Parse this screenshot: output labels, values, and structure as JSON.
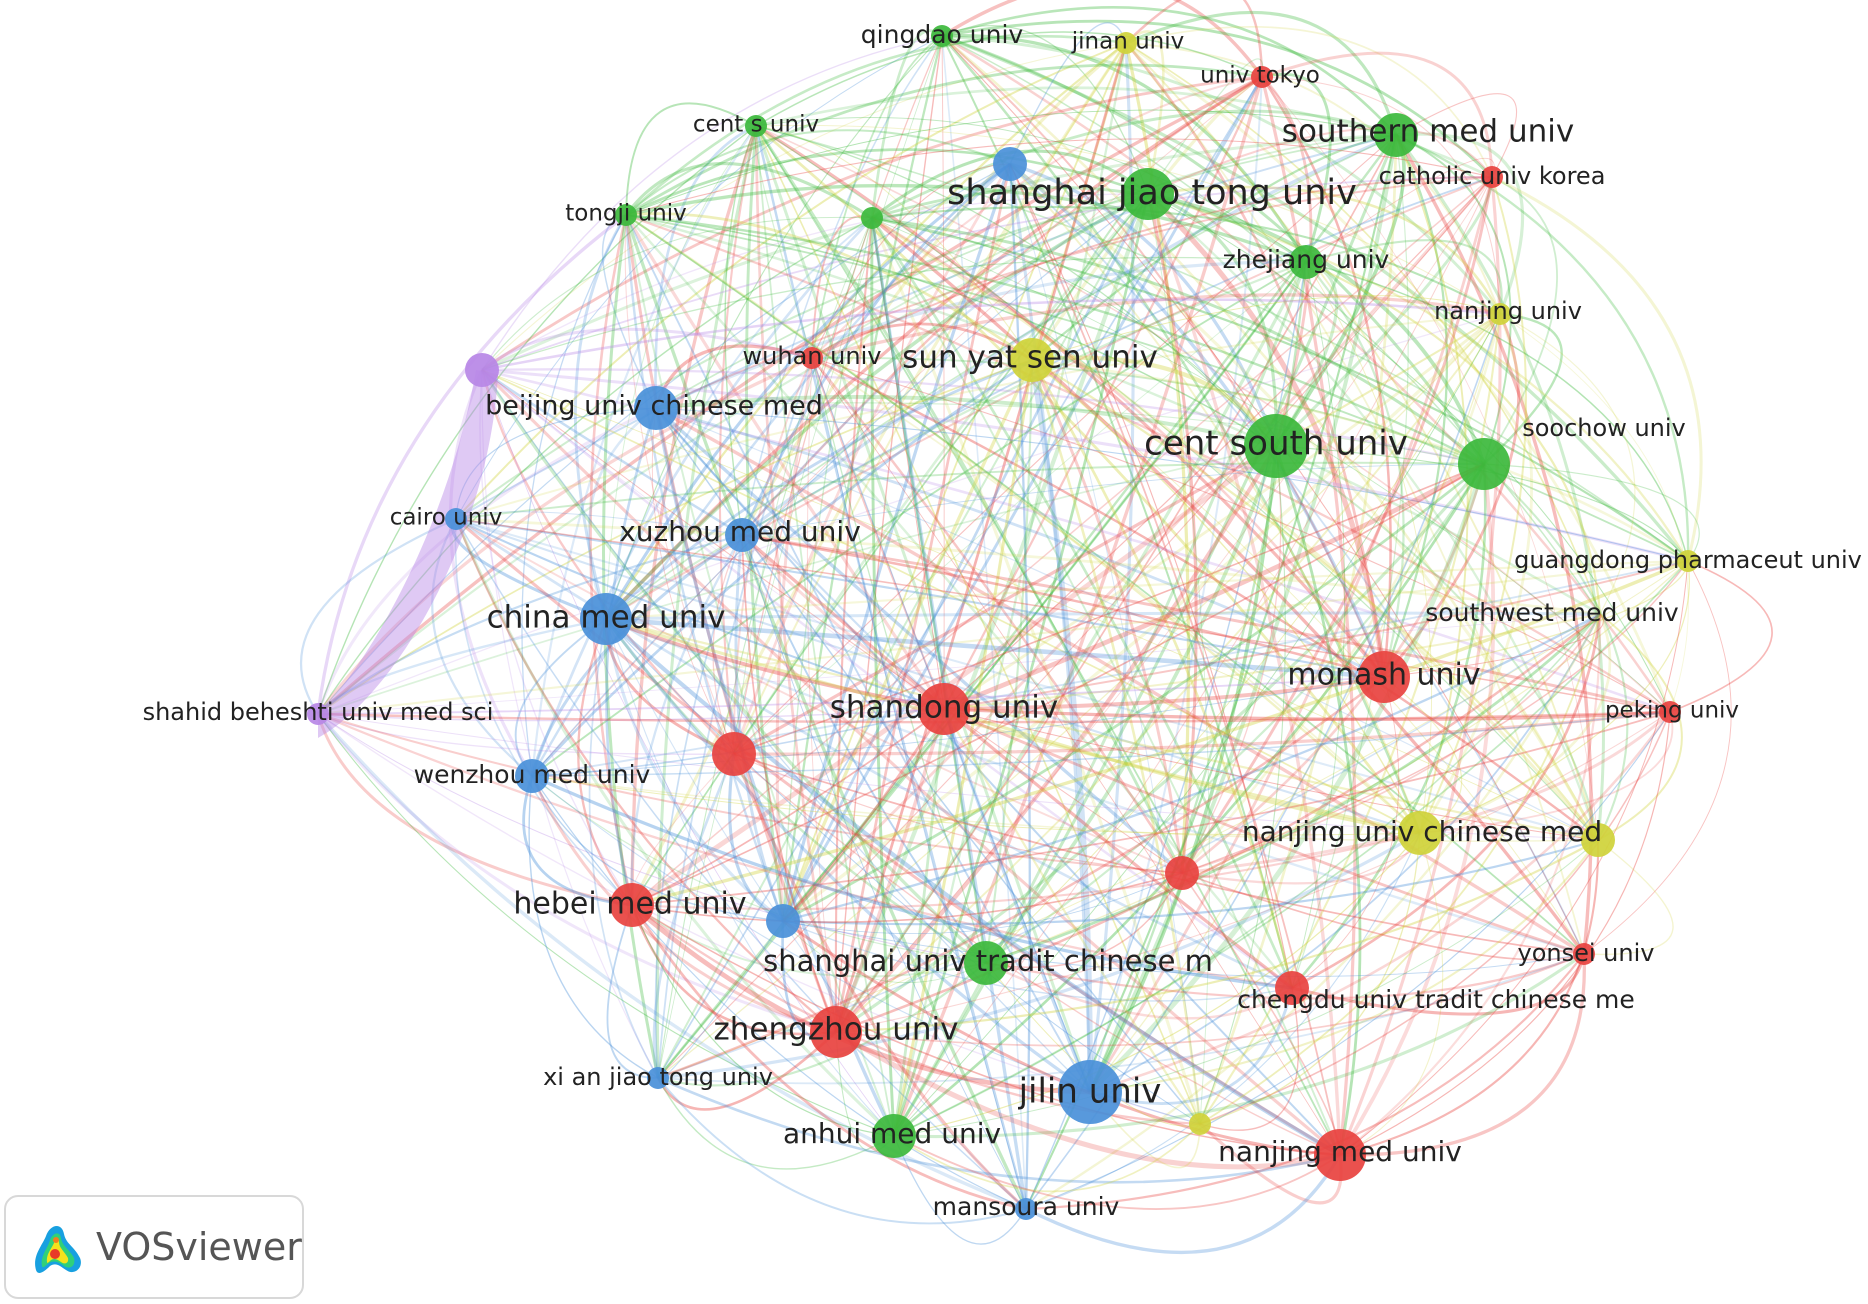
{
  "app": {
    "name": "VOSviewer"
  },
  "colors": {
    "red": "#e8423f",
    "green": "#3cb93c",
    "blue": "#4a90d9",
    "yellow": "#cfd23a",
    "purple": "#b787e6"
  },
  "nodes": [
    {
      "id": "qingdao",
      "label": "qingdao univ",
      "cluster": "green",
      "weight": 1
    },
    {
      "id": "jinan",
      "label": "jinan univ",
      "cluster": "yellow",
      "weight": 1
    },
    {
      "id": "tokyo",
      "label": "univ tokyo",
      "cluster": "red",
      "weight": 1
    },
    {
      "id": "cents",
      "label": "cent s univ",
      "cluster": "green",
      "weight": 1
    },
    {
      "id": "southern",
      "label": "southern med univ",
      "cluster": "green",
      "weight": 3
    },
    {
      "id": "sjtu_blue",
      "label": "",
      "cluster": "blue",
      "weight": 2
    },
    {
      "id": "sjtu",
      "label": "shanghai jiao tong univ",
      "cluster": "green",
      "weight": 4
    },
    {
      "id": "catholic",
      "label": "catholic univ korea",
      "cluster": "red",
      "weight": 1
    },
    {
      "id": "tongji",
      "label": "tongji univ",
      "cluster": "green",
      "weight": 1
    },
    {
      "id": "g_small",
      "label": "",
      "cluster": "green",
      "weight": 1
    },
    {
      "id": "zhejiang",
      "label": "zhejiang univ",
      "cluster": "green",
      "weight": 2
    },
    {
      "id": "nanjing",
      "label": "nanjing univ",
      "cluster": "yellow",
      "weight": 1
    },
    {
      "id": "wuhan",
      "label": "wuhan univ",
      "cluster": "red",
      "weight": 1
    },
    {
      "id": "sysu",
      "label": "sun yat sen univ",
      "cluster": "yellow",
      "weight": 3
    },
    {
      "id": "purple_node",
      "label": "",
      "cluster": "purple",
      "weight": 2
    },
    {
      "id": "bucm",
      "label": "beijing univ chinese med",
      "cluster": "blue",
      "weight": 3
    },
    {
      "id": "csu",
      "label": "cent south univ",
      "cluster": "green",
      "weight": 5
    },
    {
      "id": "soochow_node",
      "label": "",
      "cluster": "green",
      "weight": 4
    },
    {
      "id": "soochow",
      "label": "soochow univ",
      "cluster": "green",
      "weight": 0
    },
    {
      "id": "cairo",
      "label": "cairo univ",
      "cluster": "blue",
      "weight": 1
    },
    {
      "id": "xuzhou",
      "label": "xuzhou med univ",
      "cluster": "blue",
      "weight": 2
    },
    {
      "id": "gdpu",
      "label": "guangdong pharmaceut univ",
      "cluster": "yellow",
      "weight": 1
    },
    {
      "id": "cmu",
      "label": "china med univ",
      "cluster": "blue",
      "weight": 4
    },
    {
      "id": "swmu",
      "label": "southwest med univ",
      "cluster": "yellow",
      "weight": 0
    },
    {
      "id": "monash",
      "label": "monash univ",
      "cluster": "red",
      "weight": 4
    },
    {
      "id": "shahid",
      "label": "shahid beheshti univ med sci",
      "cluster": "purple",
      "weight": 1
    },
    {
      "id": "shandong",
      "label": "shandong univ",
      "cluster": "red",
      "weight": 4
    },
    {
      "id": "peking",
      "label": "peking univ",
      "cluster": "red",
      "weight": 1
    },
    {
      "id": "red_left",
      "label": "",
      "cluster": "red",
      "weight": 3
    },
    {
      "id": "wenzhou",
      "label": "wenzhou med univ",
      "cluster": "blue",
      "weight": 2
    },
    {
      "id": "njucm",
      "label": "nanjing univ chinese med",
      "cluster": "yellow",
      "weight": 3
    },
    {
      "id": "njucm_node",
      "label": "",
      "cluster": "yellow",
      "weight": 2
    },
    {
      "id": "red_mid",
      "label": "",
      "cluster": "red",
      "weight": 2
    },
    {
      "id": "hebei",
      "label": "hebei med univ",
      "cluster": "red",
      "weight": 3
    },
    {
      "id": "blue_mid",
      "label": "",
      "cluster": "blue",
      "weight": 2
    },
    {
      "id": "shutcm",
      "label": "shanghai univ tradit chinese m",
      "cluster": "green",
      "weight": 3
    },
    {
      "id": "yonsei",
      "label": "yonsei univ",
      "cluster": "red",
      "weight": 1
    },
    {
      "id": "cdutcm",
      "label": "chengdu univ tradit chinese me",
      "cluster": "red",
      "weight": 2
    },
    {
      "id": "zhengzhou",
      "label": "zhengzhou univ",
      "cluster": "red",
      "weight": 4
    },
    {
      "id": "xjtu",
      "label": "xi an jiao tong univ",
      "cluster": "blue",
      "weight": 1
    },
    {
      "id": "jilin",
      "label": "jilin univ",
      "cluster": "blue",
      "weight": 5
    },
    {
      "id": "y_small",
      "label": "",
      "cluster": "yellow",
      "weight": 1
    },
    {
      "id": "anhui",
      "label": "anhui med univ",
      "cluster": "green",
      "weight": 3
    },
    {
      "id": "njmu",
      "label": "nanjing med univ",
      "cluster": "red",
      "weight": 4
    },
    {
      "id": "mansoura",
      "label": "mansoura univ",
      "cluster": "blue",
      "weight": 1
    }
  ]
}
